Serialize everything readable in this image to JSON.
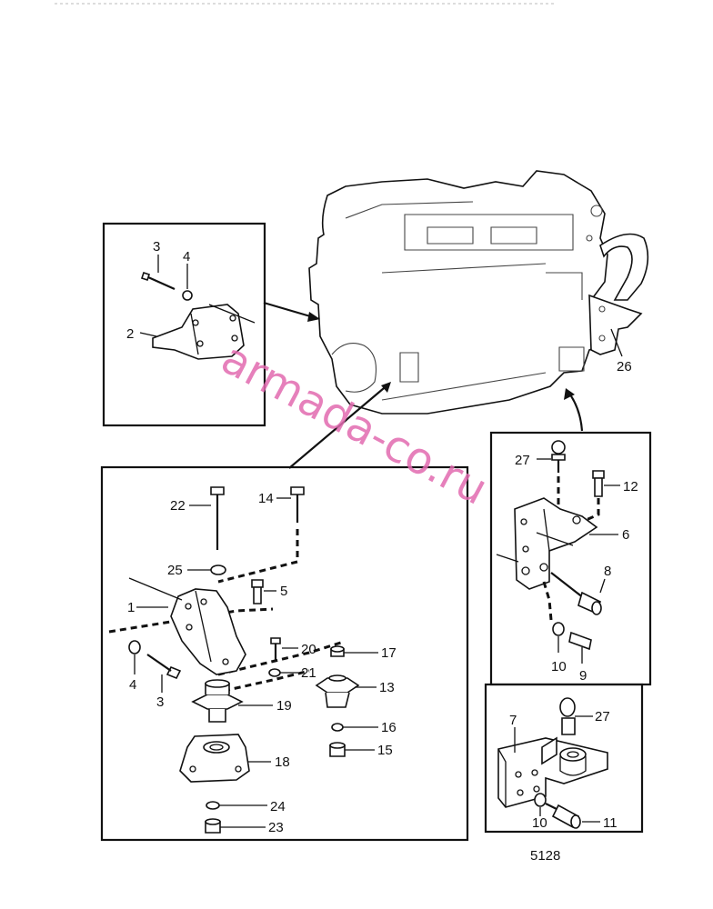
{
  "figure_number": "5128",
  "watermark": "armada-co.ru",
  "boxes": {
    "upper_left": {
      "labels": {
        "bolt": "3",
        "washer": "4",
        "bracket": "2"
      }
    },
    "main": {
      "labels": {
        "bracket": "1",
        "bolt_long": "22",
        "bolt_long_b": "14",
        "washer_top": "25",
        "bolt_small": "5",
        "washer_left": "4",
        "bolt_left": "3",
        "screw": "20",
        "washer_screw": "21",
        "rubber_mount": "19",
        "mount_base": "18",
        "washer_bottom": "24",
        "nut_bottom": "23",
        "nut_top": "17",
        "rubber_small": "13",
        "washer_small": "16",
        "nut_small": "15"
      }
    },
    "right_upper": {
      "labels": {
        "eye_bolt": "27",
        "screw": "12",
        "bracket": "6",
        "bolt": "8",
        "washer": "10",
        "bolt_small": "9"
      }
    },
    "right_lower": {
      "labels": {
        "bracket": "7",
        "eye_bolt": "27",
        "washer": "10",
        "bolt": "11"
      }
    },
    "engine": {
      "labels": {
        "rear_bracket": "26"
      }
    }
  }
}
